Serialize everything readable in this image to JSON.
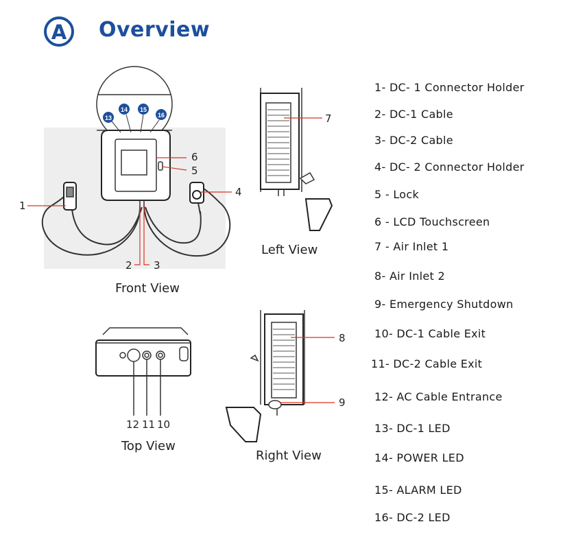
{
  "header": {
    "badge_letter": "A",
    "title": "Overview"
  },
  "colors": {
    "brand_blue": "#1d4f9c",
    "callout_red": "#d9341f",
    "line": "#333333"
  },
  "views": {
    "front": "Front View",
    "left": "Left View",
    "top": "Top View",
    "right": "Right View"
  },
  "front_callouts": {
    "c1": "1",
    "c2": "2",
    "c3": "3",
    "c4": "4",
    "c5": "5",
    "c6": "6"
  },
  "led_badges": [
    "13",
    "14",
    "15",
    "16"
  ],
  "left_callouts": {
    "c7": "7"
  },
  "right_callouts": {
    "c8": "8",
    "c9": "9"
  },
  "top_callouts": {
    "c12": "12",
    "c11": "11",
    "c10": "10"
  },
  "legend": [
    "1- DC- 1 Connector Holder",
    "2- DC-1 Cable",
    "3- DC-2 Cable",
    "4- DC- 2 Connector Holder",
    "5 - Lock",
    "6 - LCD Touchscreen",
    "7 - Air Inlet 1",
    "8- Air Inlet 2",
    "9- Emergency Shutdown",
    "10- DC-1 Cable Exit",
    "11- DC-2 Cable Exit",
    "12- AC Cable Entrance",
    "13- DC-1 LED",
    "14- POWER LED",
    "15- ALARM LED",
    "16- DC-2 LED"
  ]
}
